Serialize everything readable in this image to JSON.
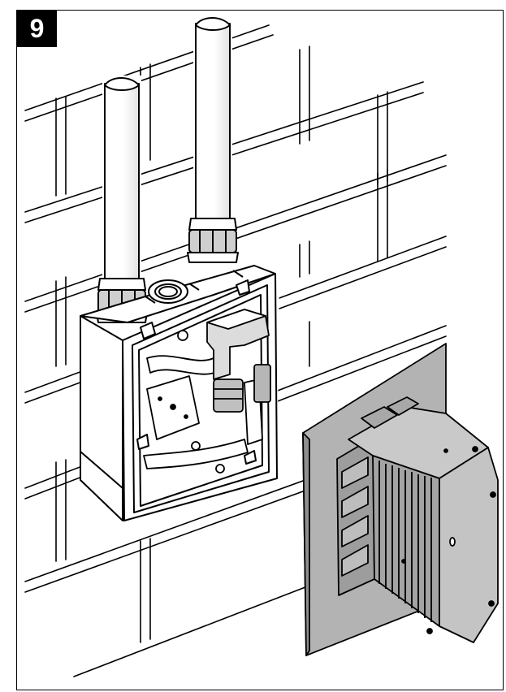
{
  "figure": {
    "step_number": "9",
    "colors": {
      "line": "#000000",
      "background": "#ffffff",
      "cover_fill": "#a8a8a8",
      "cover_dark": "#8e8e8e",
      "cover_light": "#c6c6c6",
      "fitting_gray": "#9a9a9a"
    },
    "icons": [
      "wall-bricks",
      "pipe-left",
      "pipe-right",
      "installation-box",
      "valve-body",
      "cover-unit"
    ]
  }
}
